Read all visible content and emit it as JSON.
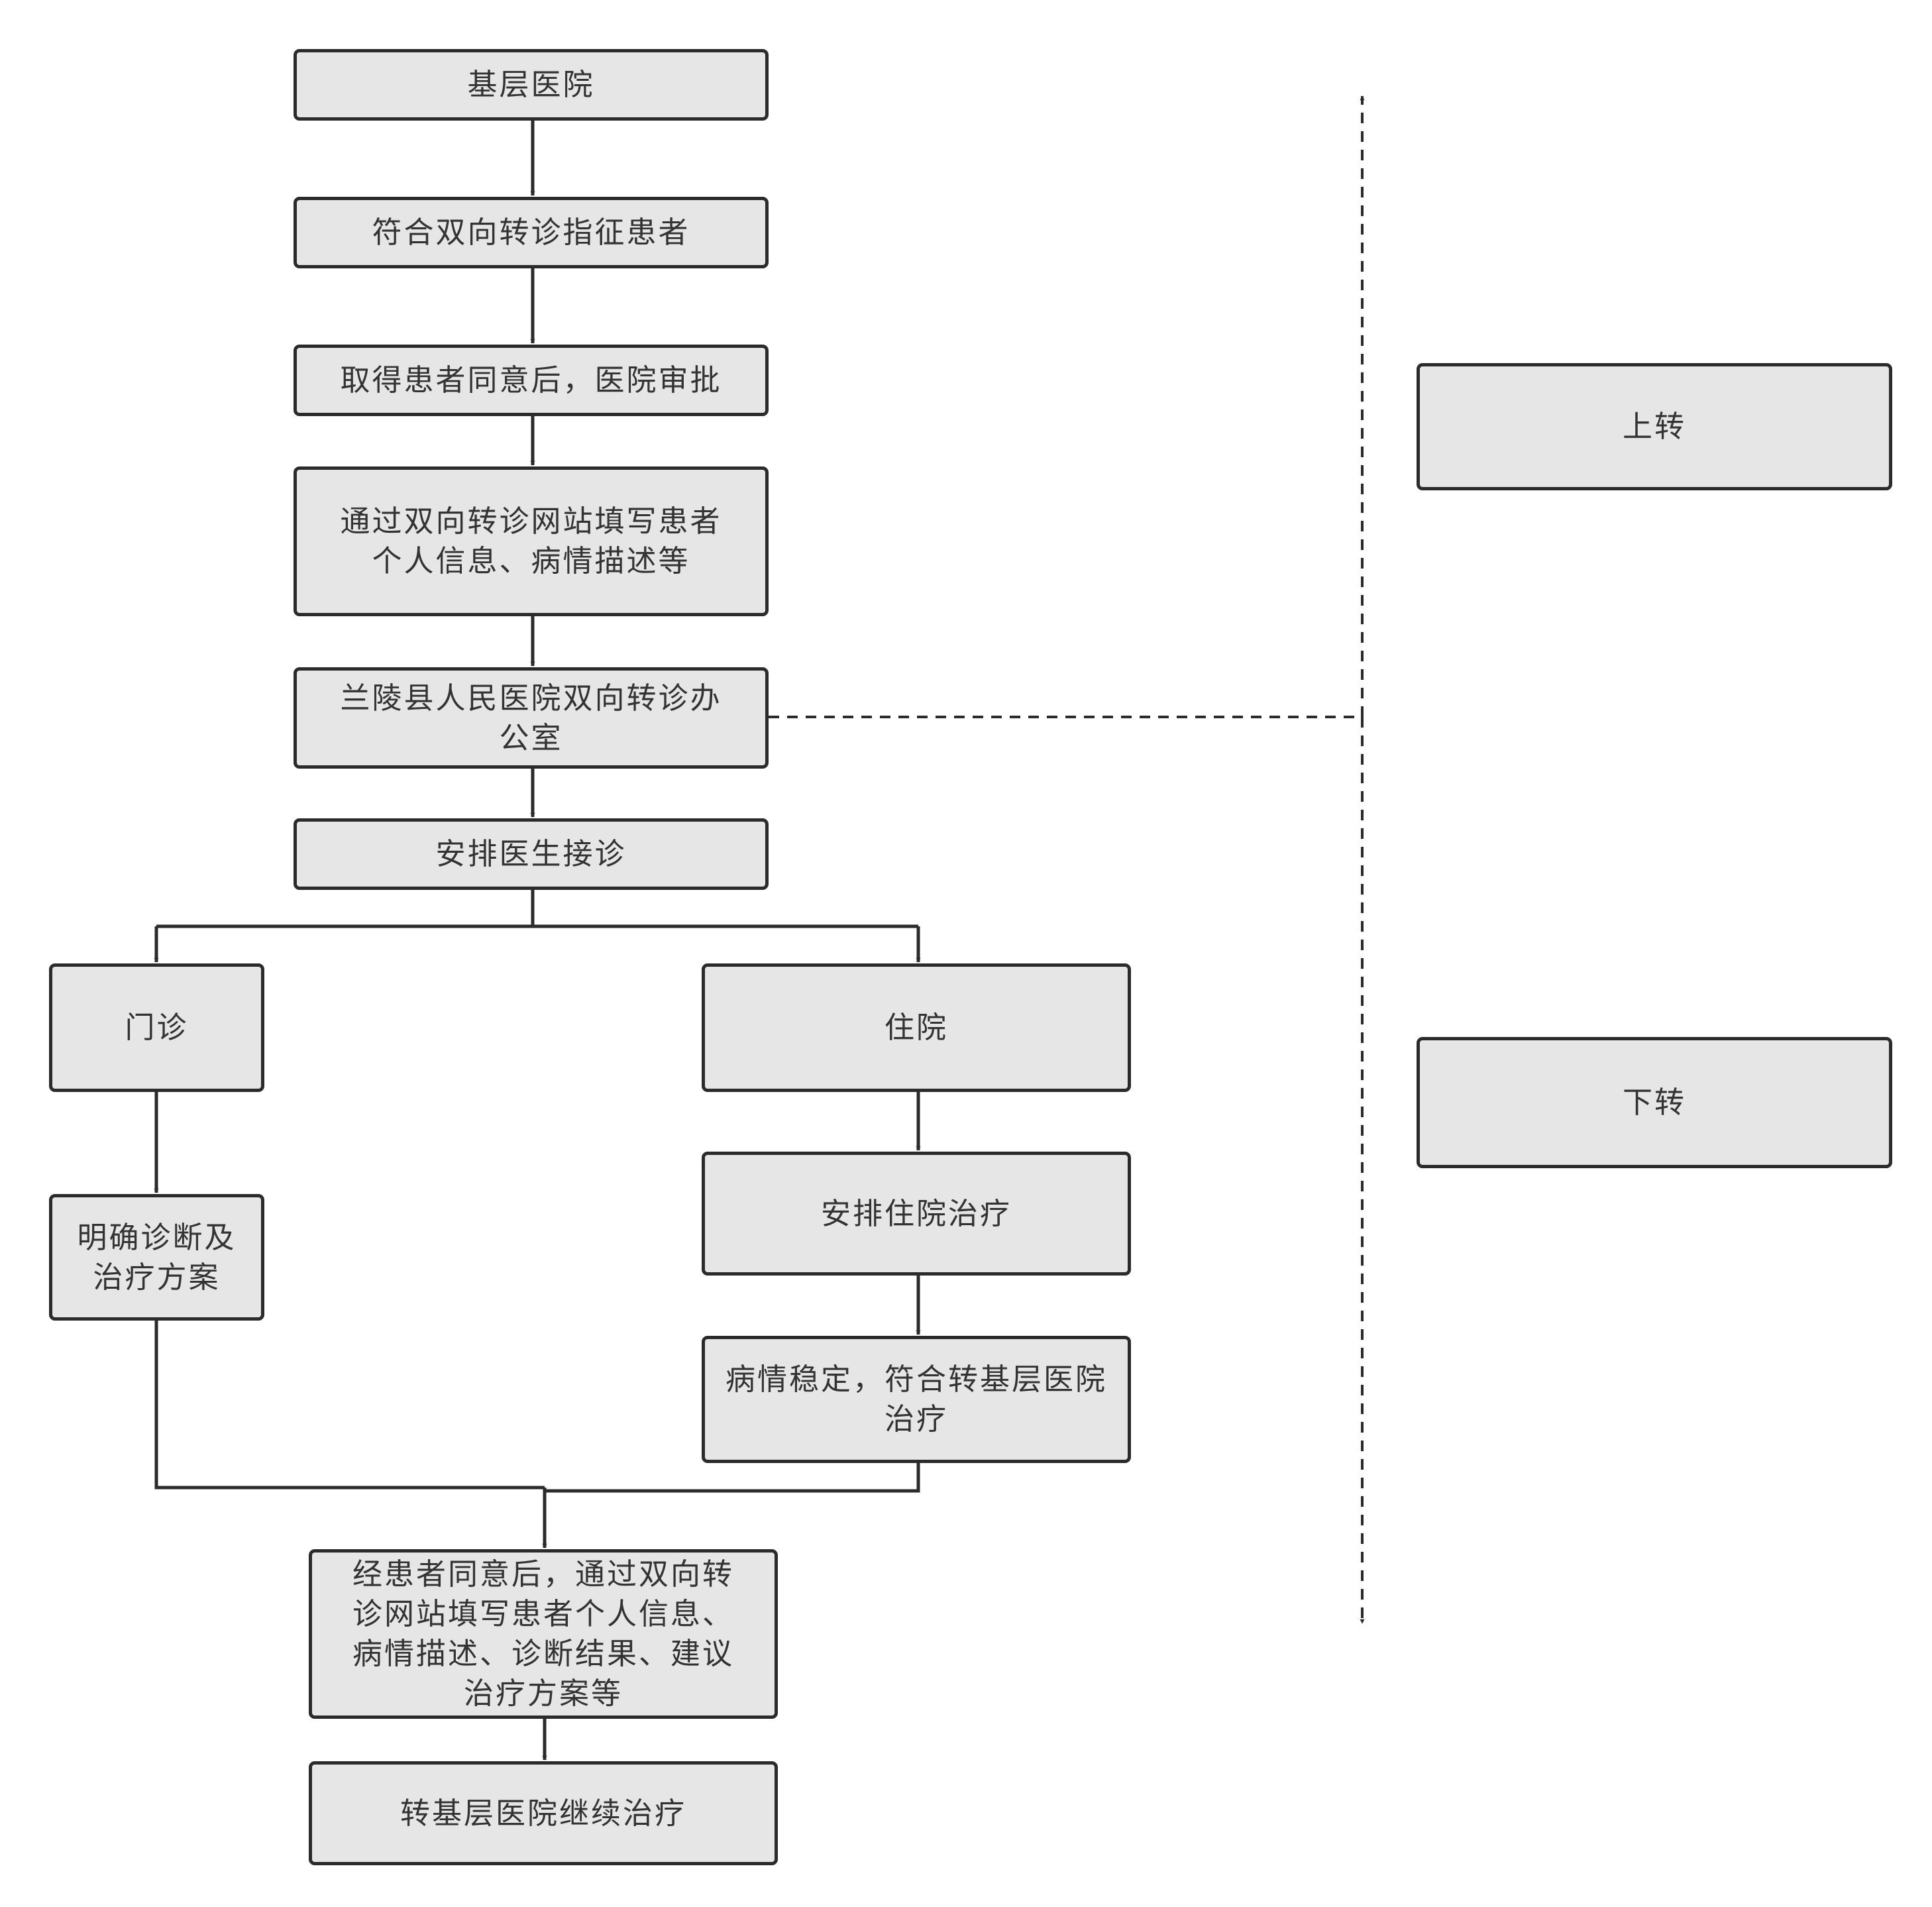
{
  "nodes": {
    "jiceng": "基层医院",
    "fuhe": "符合双向转诊指征患者",
    "qude": "取得患者同意后，医院审批",
    "tongguo": "通过双向转诊网站填写患者\n个人信息、病情描述等",
    "office": "兰陵县人民医院双向转诊办\n公室",
    "anpai": "安排医生接诊",
    "menzhen": "门诊",
    "zhuyuan": "住院",
    "mingque": "明确诊断及\n治疗方案",
    "anpai_zhuyuan": "安排住院治疗",
    "bingqing": "病情稳定，符合转基层医院\n治疗",
    "jinghuanzhe": "经患者同意后，通过双向转\n诊网站填写患者个人信息、\n病情描述、诊断结果、建议\n治疗方案等",
    "zhuanjiceng": "转基层医院继续治疗",
    "shangzhuan": "上转",
    "xiazhuan": "下转"
  },
  "colors": {
    "node_fill": "#e6e6e6",
    "node_border": "#2b2b2b",
    "text": "#333333",
    "line": "#2b2b2b"
  }
}
